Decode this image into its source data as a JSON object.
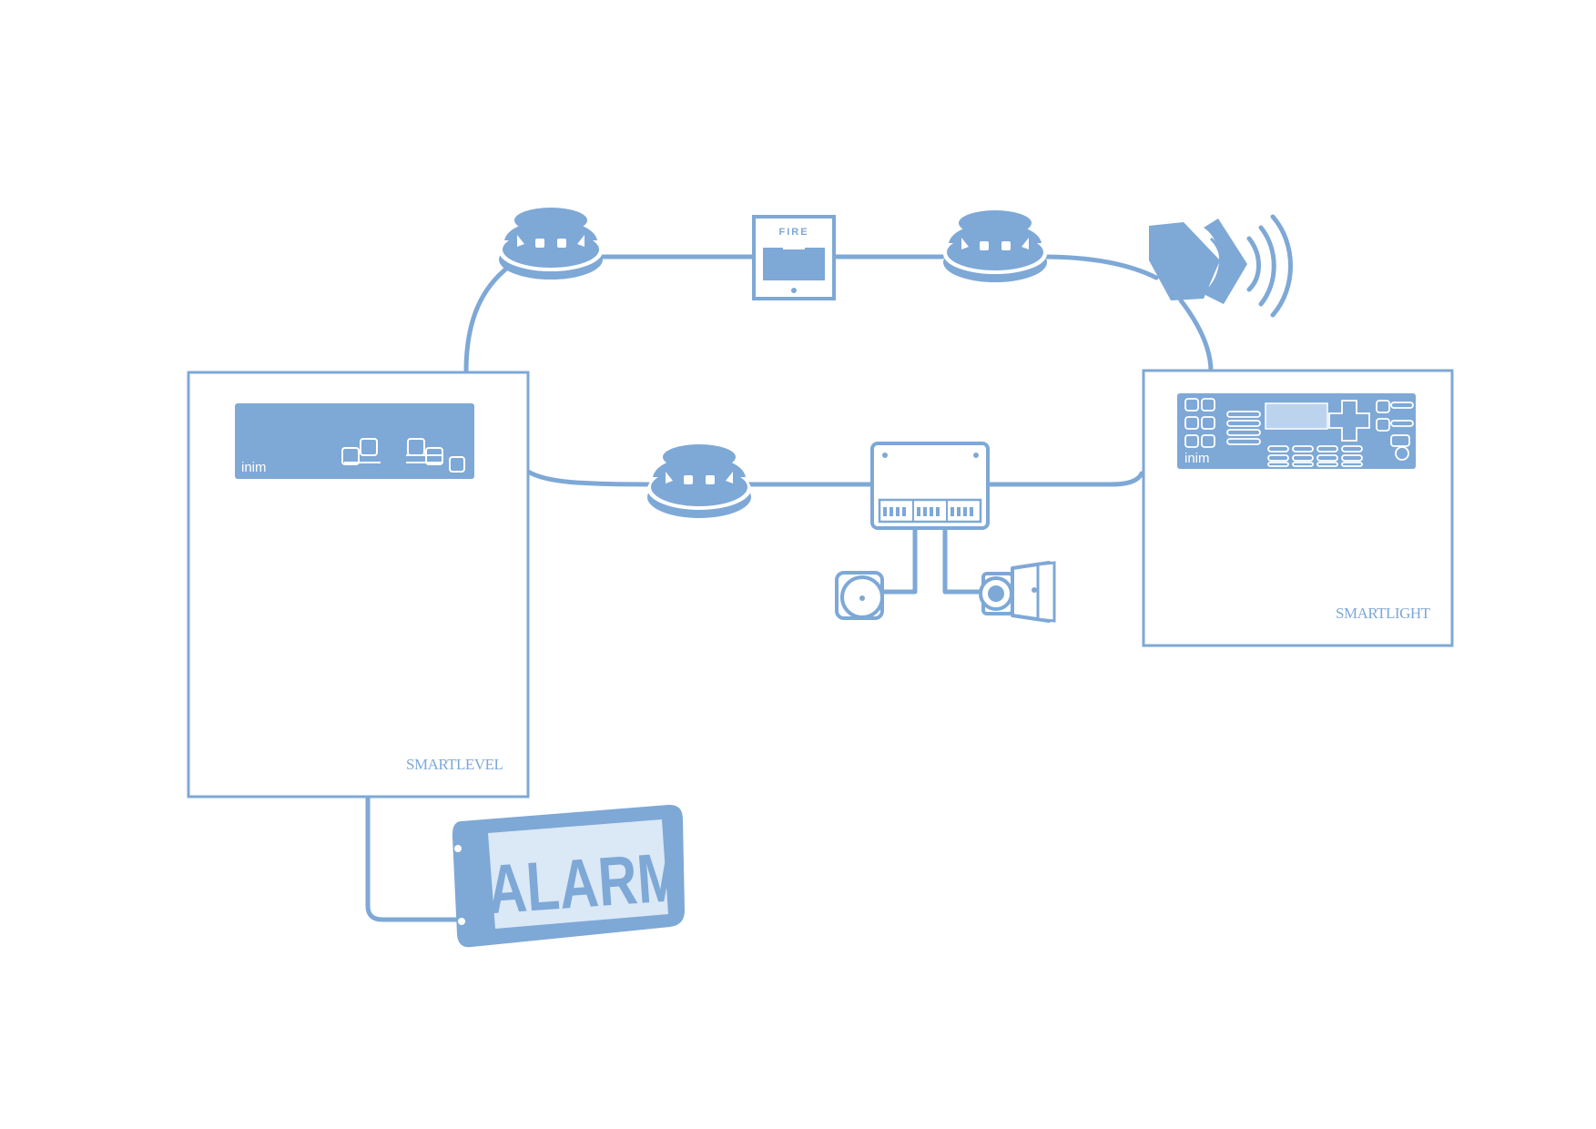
{
  "devices": {
    "panel_left": {
      "brand": "SMARTLEVEL",
      "logo": "inim"
    },
    "panel_right": {
      "brand": "SMARTLIGHT",
      "logo": "inim"
    },
    "call_point": {
      "label": "FIRE"
    },
    "alarm_sign": {
      "label": "ALARM"
    }
  },
  "icons": [
    "smoke-detector-icon",
    "manual-call-point-icon",
    "siren-icon",
    "io-module-icon",
    "bell-icon",
    "sounder-flasher-icon",
    "alarm-sign-icon"
  ],
  "colors": {
    "line": "#7ea8d6",
    "light": "#dbe8f6",
    "background": "#ffffff"
  }
}
